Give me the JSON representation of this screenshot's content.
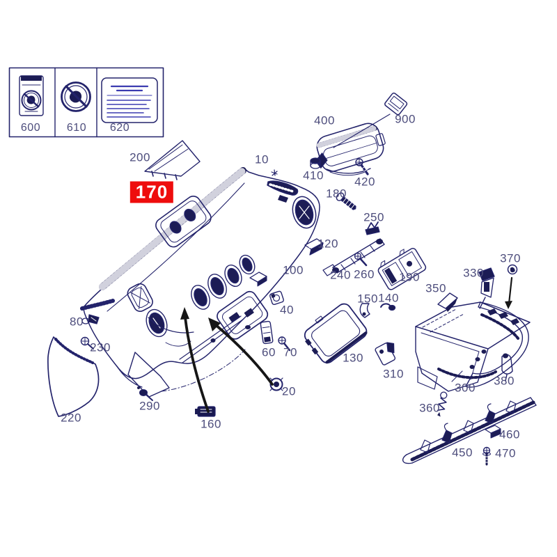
{
  "parts": {
    "p10": "10",
    "p20": "20",
    "p40": "40",
    "p60": "60",
    "p70": "70",
    "p80": "80",
    "p100": "100",
    "p120": "120",
    "p130": "130",
    "p140": "140",
    "p150": "150",
    "p160": "160",
    "p170": "170",
    "p180": "180",
    "p190": "190",
    "p200": "200",
    "p220": "220",
    "p230": "230",
    "p240": "240",
    "p250": "250",
    "p260": "260",
    "p290": "290",
    "p300": "300",
    "p310": "310",
    "p330": "330",
    "p350": "350",
    "p360": "360",
    "p370": "370",
    "p380": "380",
    "p400": "400",
    "p410": "410",
    "p420": "420",
    "p450": "450",
    "p460": "460",
    "p470": "470",
    "p600": "600",
    "p610": "610",
    "p620": "620",
    "p900": "900"
  },
  "highlighted_part": "170",
  "legend": {
    "cells": [
      {
        "number": "600",
        "icon": "child-seat-prohibition-sticker-tall-icon"
      },
      {
        "number": "610",
        "icon": "child-seat-prohibition-sticker-round-icon"
      },
      {
        "number": "620",
        "icon": "airbag-warning-text-sticker-icon"
      }
    ]
  },
  "colors": {
    "line": "#23236b",
    "dark_fill": "#1c1c55",
    "label_text": "#4d4d7c",
    "highlight_bg": "#ee0d0d",
    "highlight_text": "#ffffff",
    "arrow": "#161616"
  }
}
